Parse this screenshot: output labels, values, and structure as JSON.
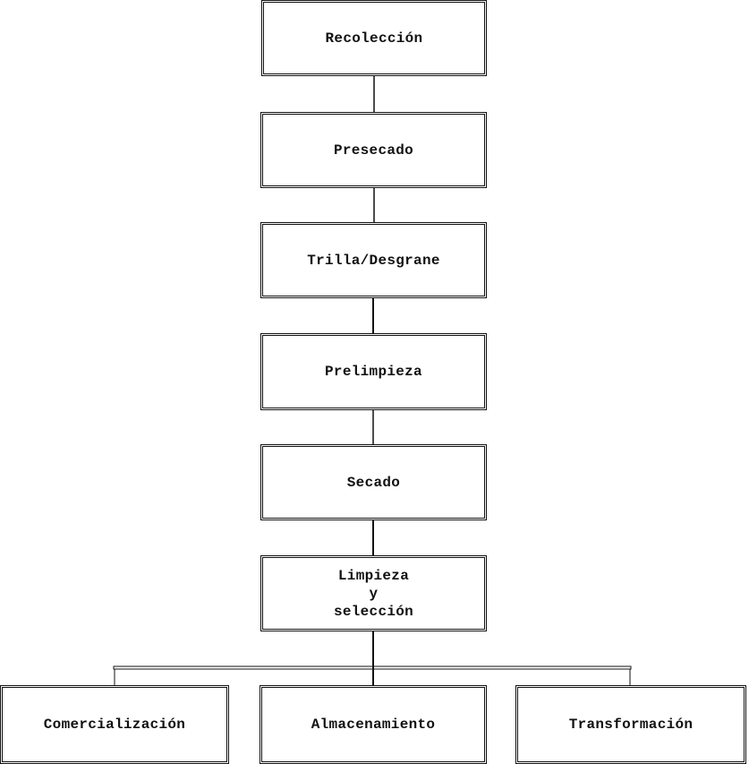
{
  "diagram": {
    "nodes": [
      {
        "id": "n1",
        "label": "Recolección"
      },
      {
        "id": "n2",
        "label": "Presecado"
      },
      {
        "id": "n3",
        "label": "Trilla/Desgrane"
      },
      {
        "id": "n4",
        "label": "Prelimpieza"
      },
      {
        "id": "n5",
        "label": "Secado"
      },
      {
        "id": "n6",
        "label": "Limpieza\ny\nselección"
      },
      {
        "id": "n7",
        "label": "Comercialización"
      },
      {
        "id": "n8",
        "label": "Almacenamiento"
      },
      {
        "id": "n9",
        "label": "Transformación"
      }
    ],
    "edges": [
      {
        "from": "n1",
        "to": "n2"
      },
      {
        "from": "n2",
        "to": "n3"
      },
      {
        "from": "n3",
        "to": "n4"
      },
      {
        "from": "n4",
        "to": "n5"
      },
      {
        "from": "n5",
        "to": "n6"
      },
      {
        "from": "n6",
        "to": "n7"
      },
      {
        "from": "n6",
        "to": "n8"
      },
      {
        "from": "n6",
        "to": "n9"
      }
    ]
  }
}
